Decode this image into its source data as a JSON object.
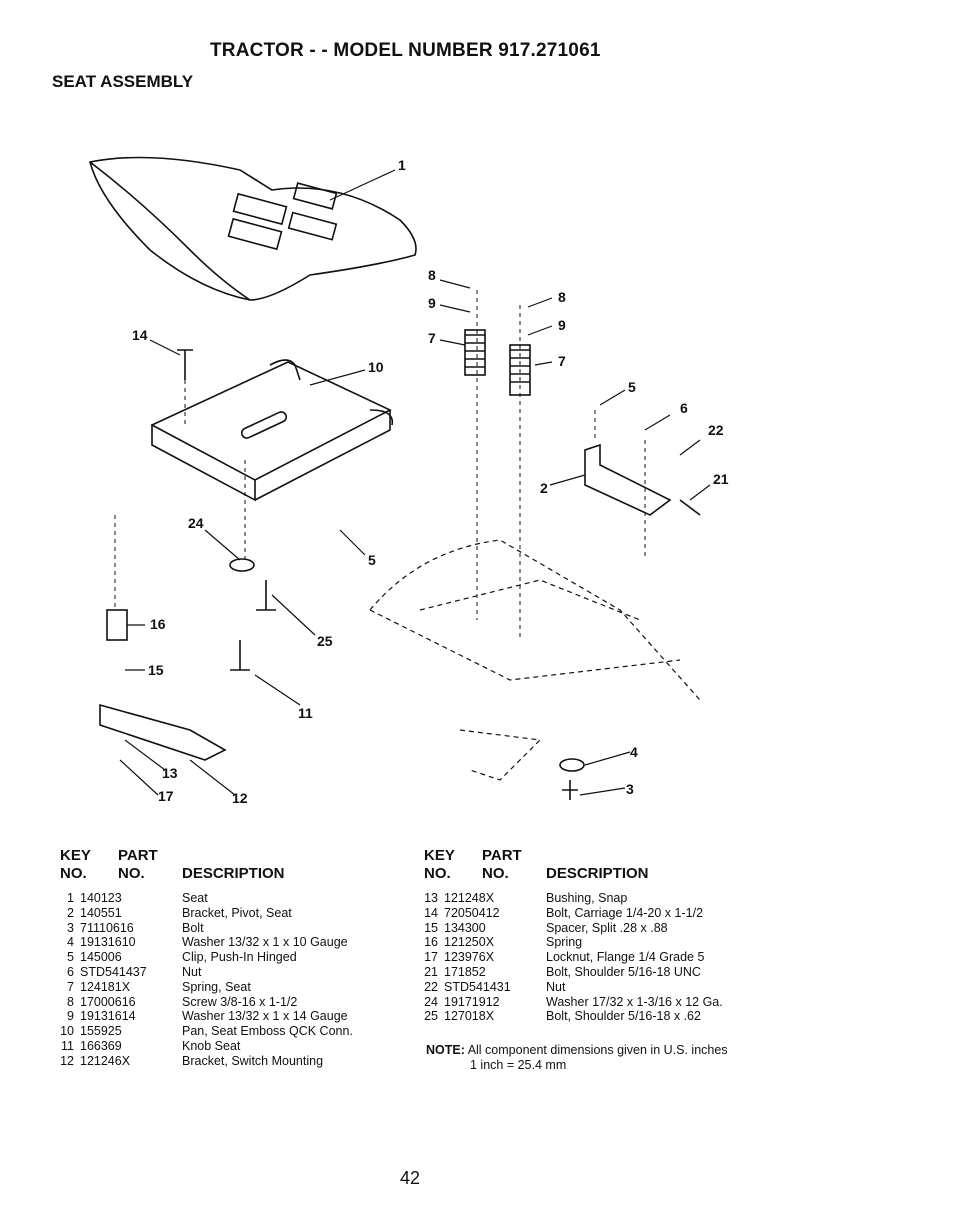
{
  "header": {
    "title": "TRACTOR - - MODEL NUMBER 917.271061",
    "subtitle": "SEAT ASSEMBLY"
  },
  "callouts": [
    "1",
    "14",
    "10",
    "8",
    "9",
    "7",
    "8",
    "9",
    "7",
    "5",
    "6",
    "22",
    "2",
    "21",
    "24",
    "5",
    "16",
    "25",
    "15",
    "11",
    "13",
    "17",
    "12",
    "4",
    "3"
  ],
  "table_headers": {
    "key_top": "KEY",
    "part_top": "PART",
    "key_bottom": "NO.",
    "part_bottom": "NO.",
    "description": "DESCRIPTION"
  },
  "parts_left": [
    {
      "key": "1",
      "part": "140123",
      "desc": "Seat"
    },
    {
      "key": "2",
      "part": "140551",
      "desc": "Bracket, Pivot, Seat"
    },
    {
      "key": "3",
      "part": "71110616",
      "desc": "Bolt"
    },
    {
      "key": "4",
      "part": "19131610",
      "desc": "Washer 13/32 x 1 x 10 Gauge"
    },
    {
      "key": "5",
      "part": "145006",
      "desc": "Clip, Push-In Hinged"
    },
    {
      "key": "6",
      "part": "STD541437",
      "desc": "Nut"
    },
    {
      "key": "7",
      "part": "124181X",
      "desc": "Spring, Seat"
    },
    {
      "key": "8",
      "part": "17000616",
      "desc": "Screw 3/8-16 x 1-1/2"
    },
    {
      "key": "9",
      "part": "19131614",
      "desc": "Washer 13/32 x 1 x 14 Gauge"
    },
    {
      "key": "10",
      "part": "155925",
      "desc": "Pan, Seat Emboss QCK Conn."
    },
    {
      "key": "11",
      "part": "166369",
      "desc": "Knob Seat"
    },
    {
      "key": "12",
      "part": "121246X",
      "desc": "Bracket, Switch Mounting"
    }
  ],
  "parts_right": [
    {
      "key": "13",
      "part": "121248X",
      "desc": "Bushing, Snap"
    },
    {
      "key": "14",
      "part": "72050412",
      "desc": "Bolt, Carriage 1/4-20 x 1-1/2"
    },
    {
      "key": "15",
      "part": "134300",
      "desc": "Spacer, Split .28 x .88"
    },
    {
      "key": "16",
      "part": "121250X",
      "desc": "Spring"
    },
    {
      "key": "17",
      "part": "123976X",
      "desc": "Locknut, Flange 1/4 Grade 5"
    },
    {
      "key": "21",
      "part": "171852",
      "desc": "Bolt, Shoulder 5/16-18 UNC"
    },
    {
      "key": "22",
      "part": "STD541431",
      "desc": "Nut"
    },
    {
      "key": "24",
      "part": "19171912",
      "desc": "Washer 17/32 x 1-3/16 x 12 Ga."
    },
    {
      "key": "25",
      "part": "127018X",
      "desc": "Bolt, Shoulder 5/16-18 x .62"
    }
  ],
  "note": {
    "label": "NOTE:",
    "line1": "All component dimensions given in U.S. inches",
    "line2": "1 inch = 25.4 mm"
  },
  "page_number": "42"
}
